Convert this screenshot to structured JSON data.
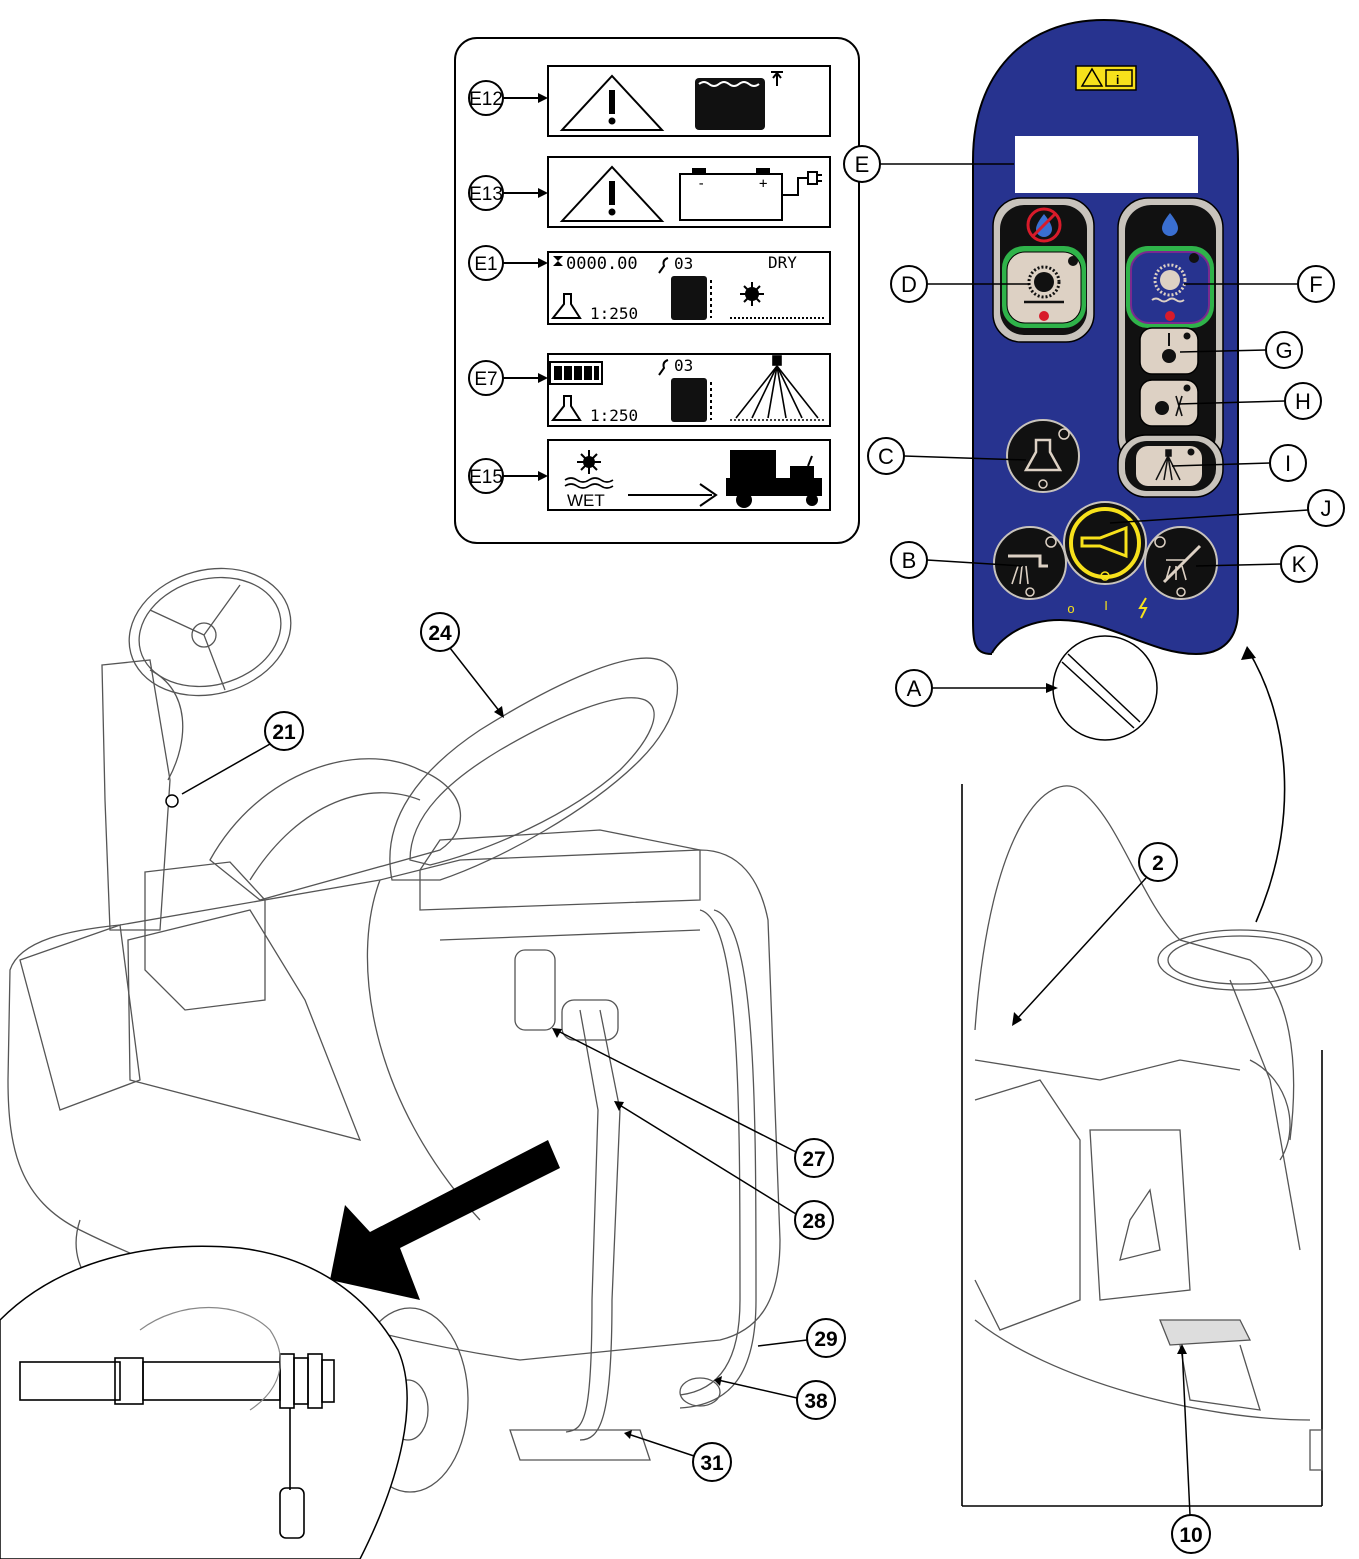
{
  "display_panel": {
    "E12": {
      "callout": "E12"
    },
    "E13": {
      "callout": "E13"
    },
    "E1": {
      "callout": "E1",
      "hours": "0000.00",
      "service": "03",
      "mode": "DRY",
      "ratio": "1:250"
    },
    "E7": {
      "callout": "E7",
      "service": "03",
      "ratio": "1:250"
    },
    "E15": {
      "callout": "E15",
      "mode": "WET"
    }
  },
  "control_panel": {
    "color": "#27338f",
    "callouts": {
      "A": "A",
      "B": "B",
      "C": "C",
      "D": "D",
      "E": "E",
      "F": "F",
      "G": "G",
      "H": "H",
      "I": "I",
      "J": "J",
      "K": "K"
    },
    "switch_marks": [
      "o",
      "I"
    ],
    "buttons": [
      {
        "id": "D",
        "icon": "brush-dry-icon"
      },
      {
        "id": "F",
        "icon": "brush-wet-icon"
      },
      {
        "id": "G",
        "icon": "brush-wet-pressure-icon"
      },
      {
        "id": "H",
        "icon": "brush-vacuum-icon"
      },
      {
        "id": "I",
        "icon": "spray-icon"
      },
      {
        "id": "C",
        "icon": "detergent-icon"
      },
      {
        "id": "B",
        "icon": "faucet-icon"
      },
      {
        "id": "J",
        "icon": "horn-icon"
      },
      {
        "id": "K",
        "icon": "spray-off-icon"
      }
    ]
  },
  "machine_callouts": {
    "c2": "2",
    "c10": "10",
    "c21": "21",
    "c24": "24",
    "c27": "27",
    "c28": "28",
    "c29": "29",
    "c31": "31",
    "c38": "38"
  }
}
